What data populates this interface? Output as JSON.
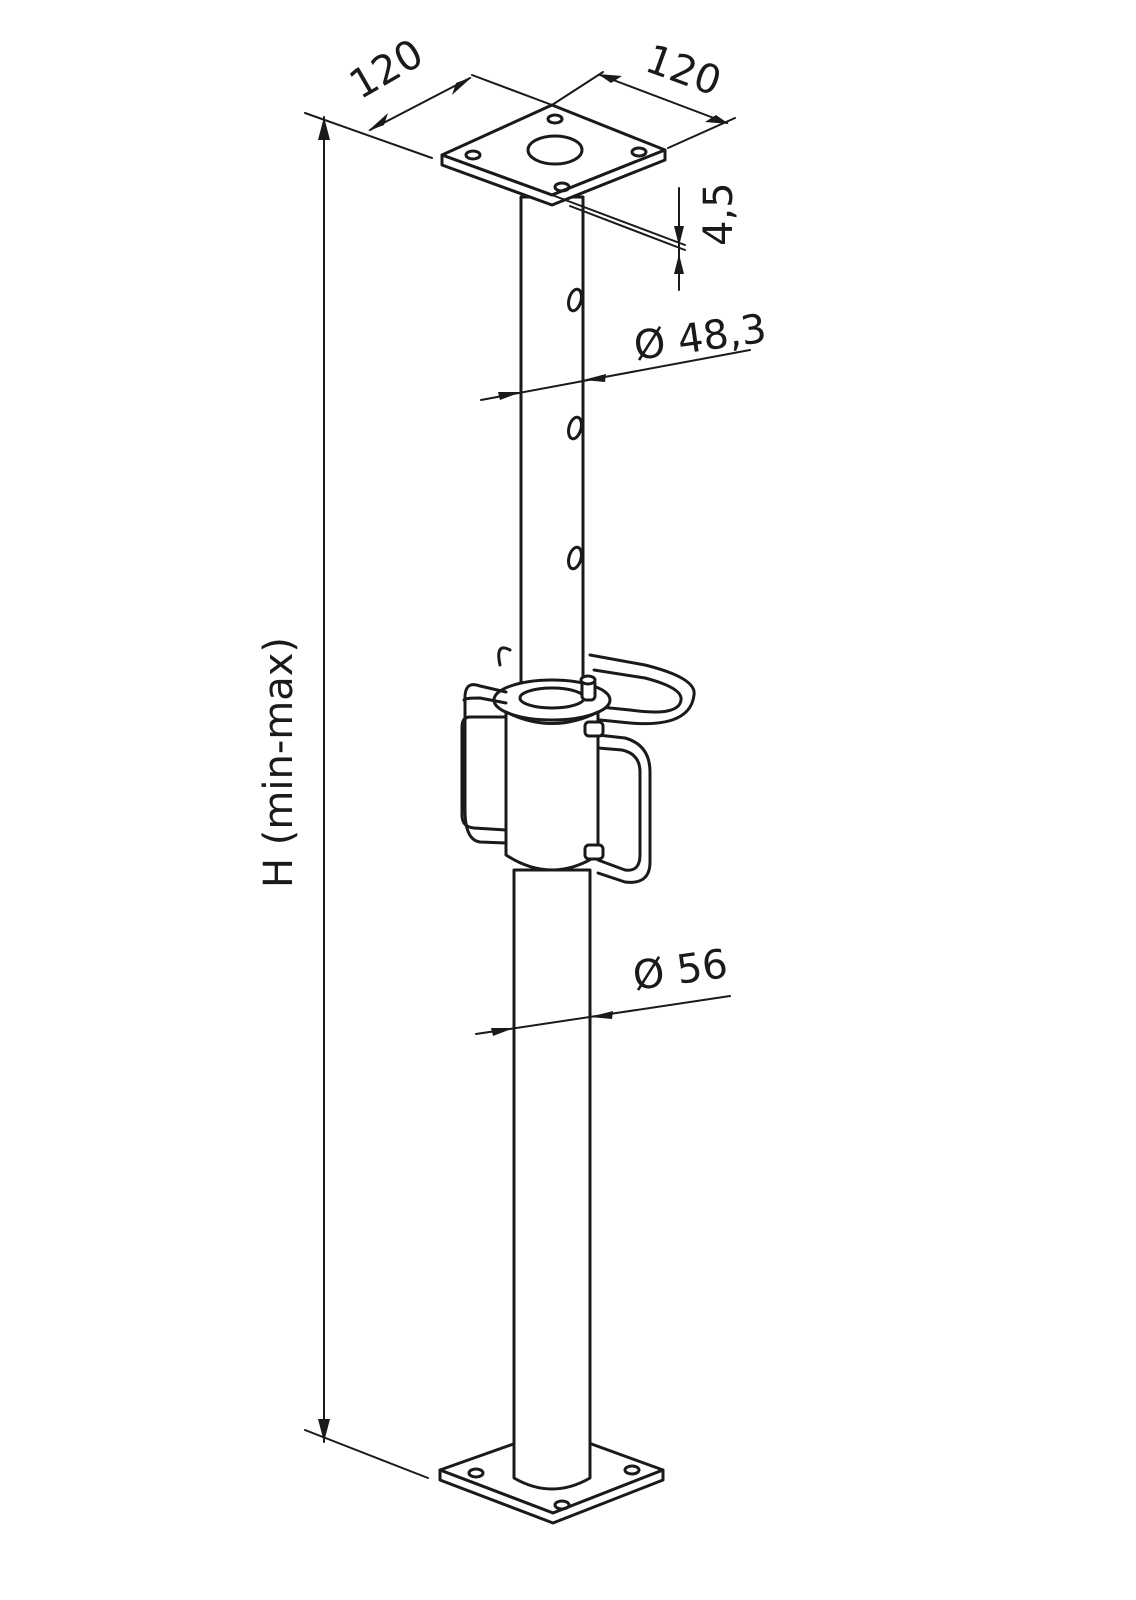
{
  "drawing": {
    "type": "adjustable steel prop technical drawing",
    "colors": {
      "ink": "#1a1a1a",
      "background": "#ffffff"
    },
    "dimensions": {
      "top_plate_width_left": "120",
      "top_plate_width_right": "120",
      "plate_thickness": "4,5",
      "inner_tube_diameter": "Ø 48,3",
      "outer_tube_diameter": "Ø 56",
      "height": "H (min-max)"
    }
  }
}
